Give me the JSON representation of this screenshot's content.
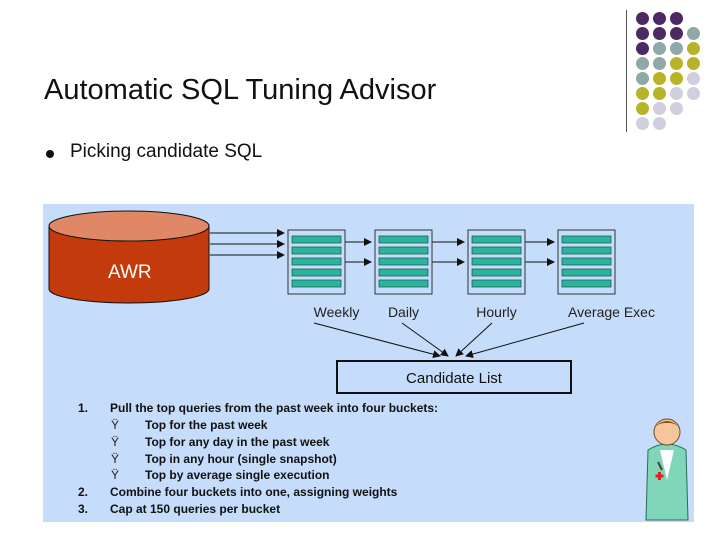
{
  "slide": {
    "title": "Automatic SQL Tuning Advisor",
    "bullet": "Picking candidate SQL"
  },
  "diagram": {
    "source_label": "AWR",
    "buckets": [
      {
        "label": "Weekly"
      },
      {
        "label": "Daily"
      },
      {
        "label": "Hourly"
      },
      {
        "label": "Average Exec"
      }
    ],
    "target_label": "Candidate List"
  },
  "steps": {
    "items": [
      {
        "num": "1.",
        "text": "Pull the top queries from the past week into four buckets:"
      },
      {
        "num": "2.",
        "text": "Combine four buckets into one, assigning weights"
      },
      {
        "num": "3.",
        "text": "Cap at 150 queries per bucket"
      }
    ],
    "sub_items": [
      "Top for the past week",
      "Top for any day in the past week",
      "Top in any hour (single snapshot)",
      "Top by average single execution"
    ],
    "sub_glyph": "Ÿ"
  },
  "colors": {
    "panel": "#c5dcfa",
    "cylinder": "#c33a0c",
    "cylinder_top": "#e08866",
    "bucket_bar": "#2bb39c",
    "dot_purple": "#4b2a63",
    "dot_teal": "#8fa8a8",
    "dot_olive": "#b8b42a",
    "dot_lavender": "#cfcfe0"
  }
}
